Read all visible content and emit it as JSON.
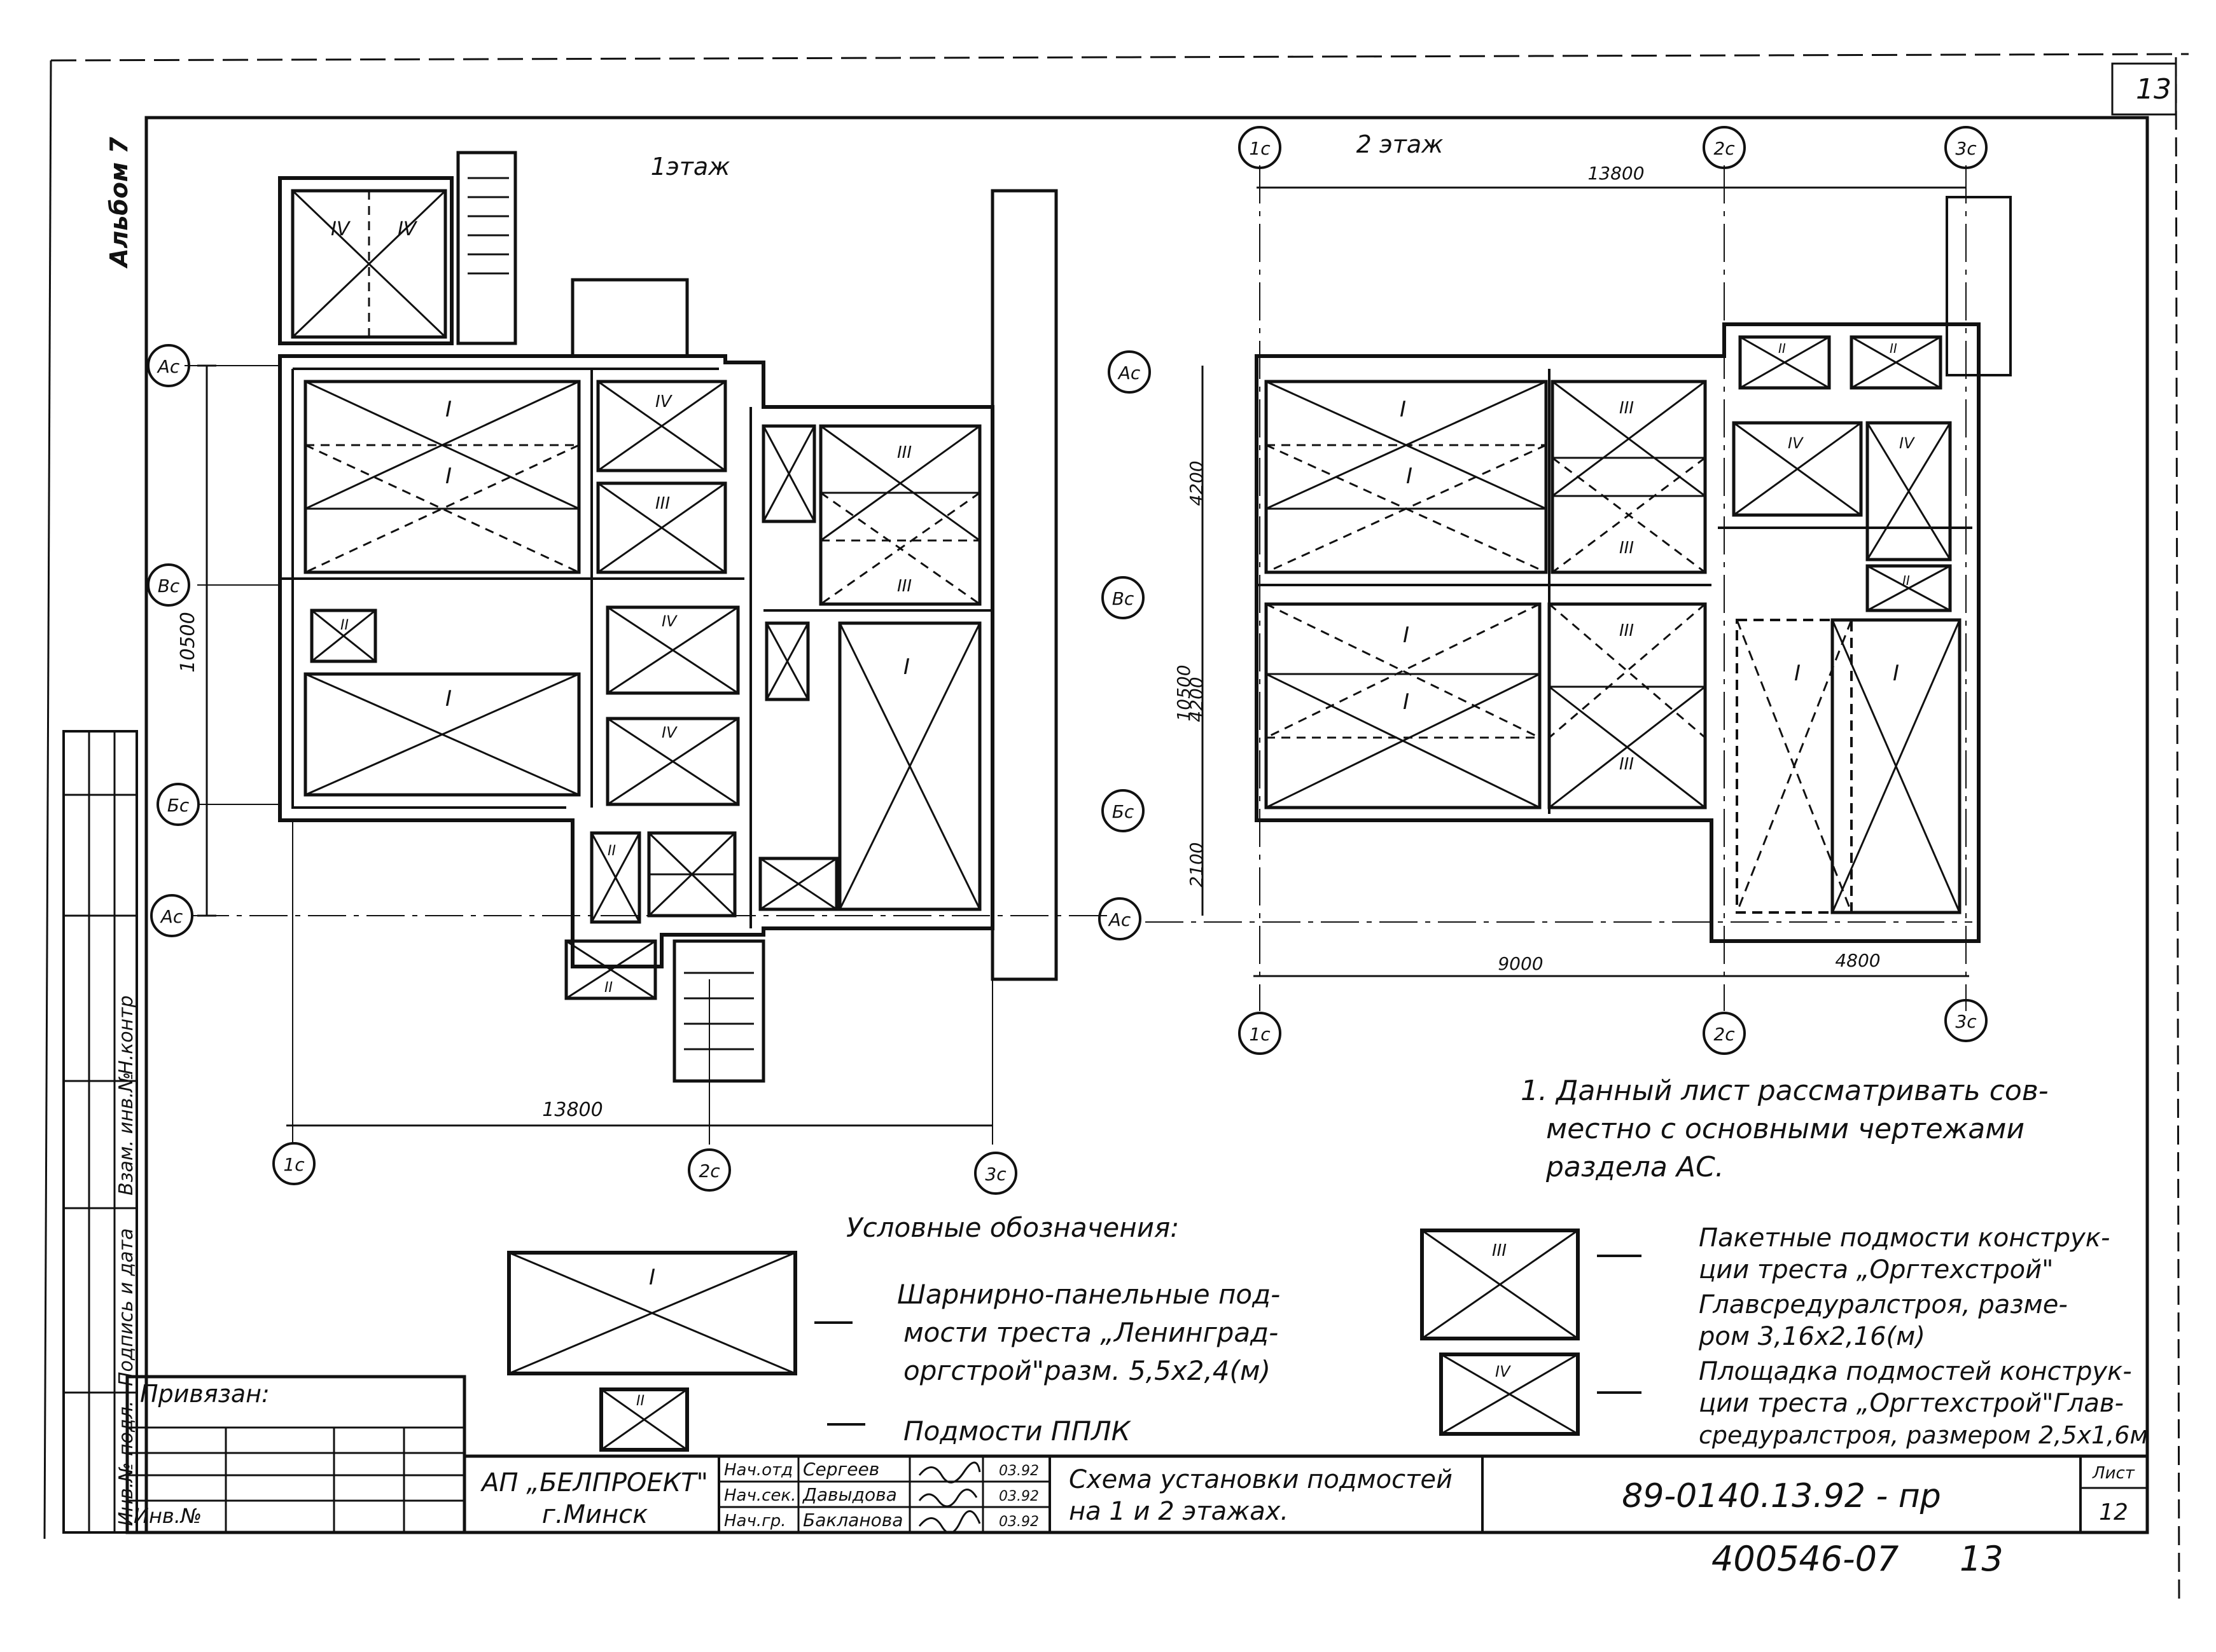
{
  "sheet": {
    "page_corner_number": "13",
    "album_label": "Альбом 7",
    "archive_number": "400546-07",
    "archive_sheet": "13"
  },
  "plan_floor1": {
    "title": "1этаж",
    "dims": {
      "overall": "13800",
      "depth": "10500"
    },
    "axes_rows": [
      "Ас",
      "Вс",
      "Бс",
      "Ас"
    ],
    "axes_cols": [
      "1с",
      "2с",
      "3с"
    ]
  },
  "plan_floor2": {
    "title": "2 этаж",
    "dims": {
      "overall": "13800",
      "depth": "10500",
      "d1": "4200",
      "d2": "4200",
      "d3": "2100",
      "left": "9000",
      "right": "4800"
    },
    "axes_rows": [
      "Ас",
      "Вс",
      "Бс",
      "Ас"
    ],
    "axes_cols": [
      "1с",
      "2с",
      "3с"
    ]
  },
  "note": {
    "lines": [
      "1. Данный лист рассматривать сов-",
      "местно с основными чертежами",
      "раздела АС."
    ]
  },
  "legend": {
    "title": "Условные обозначения:",
    "items": [
      {
        "mark": "I",
        "lines": [
          "Шарнирно-панельные под-",
          "мости треста „Ленинград-",
          "оргстрой\"разм. 5,5х2,4(м)"
        ]
      },
      {
        "mark": "II",
        "lines": [
          "Подмости ППЛК"
        ]
      },
      {
        "mark": "III",
        "lines": [
          "Пакетные подмости конструк-",
          "ции треста „Оргтехстрой\"",
          "Главсредуралстроя, разме-",
          "ром 3,16х2,16(м)"
        ]
      },
      {
        "mark": "IV",
        "lines": [
          "Площадка подмостей конструк-",
          "ции треста „Оргтехстрой\"Глав-",
          "средуралстроя, размером 2,5х1,6м"
        ]
      }
    ]
  },
  "stamp": {
    "privyazan": "Привязан:",
    "inv_no": "Инв.№",
    "side_labels": [
      "Инв.№ подл.",
      "Подпись и дата",
      "Взам. инв.№",
      "Н.контр"
    ],
    "org": "АП „БЕЛПРОЕКТ\"",
    "city": "г.Минск",
    "rows": [
      {
        "role": "Нач.отд",
        "name": "Сергеев",
        "date": "03.92"
      },
      {
        "role": "Нач.сек.",
        "name": "Давыдова",
        "date": "03.92"
      },
      {
        "role": "Нач.гр.",
        "name": "Бакланова",
        "date": "03.92"
      }
    ],
    "title_lines": [
      "Схема установки подмостей",
      "на 1 и 2 этажах."
    ],
    "code": "89-0140.13.92 - пр",
    "sheet_label": "Лист",
    "sheet_no": "12"
  },
  "colors": {
    "ink": "#111111",
    "paper": "#ffffff"
  }
}
